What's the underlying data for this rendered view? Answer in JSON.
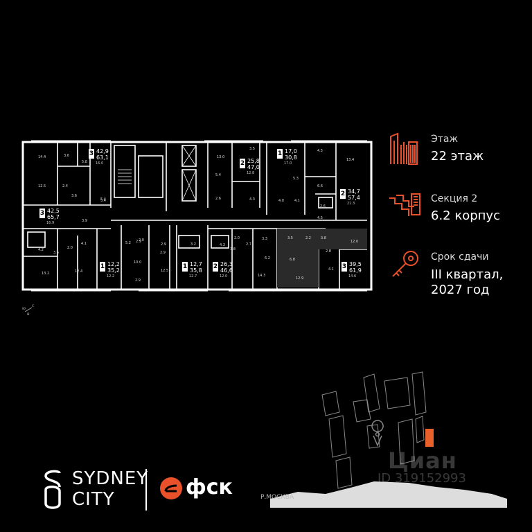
{
  "colors": {
    "accent": "#e8512a",
    "wall": "#ffffff",
    "background": "#000000",
    "highlight_block": "#e8612a"
  },
  "info": {
    "floor_label": "Этаж",
    "floor_value": "22 этаж",
    "section_label": "Секция 2",
    "section_value": "6.2 корпус",
    "deadline_label": "Срок сдачи",
    "deadline_line1": "III квартал,",
    "deadline_line2": "2027 год"
  },
  "icons": {
    "floor": "building-floors-icon",
    "section": "stairs-icon",
    "deadline": "key-icon",
    "location": "map-pin-icon"
  },
  "compass": {
    "n": "с",
    "s": "ю",
    "w": "з",
    "e": "в"
  },
  "apartments": [
    {
      "rooms": "3",
      "area": "42,9",
      "area2": "63,1",
      "kitchen": "16.0"
    },
    {
      "rooms": "2",
      "area": "25,8",
      "area2": "47,0",
      "kitchen": "12.8"
    },
    {
      "rooms": "1",
      "area": "17,0",
      "area2": "30,8",
      "kitchen": "17.0"
    },
    {
      "rooms": "2",
      "area": "34,7",
      "area2": "57,4",
      "kitchen": "21.3"
    },
    {
      "rooms": "3",
      "area": "42,5",
      "area2": "65,7",
      "kitchen": "16.9"
    },
    {
      "rooms": "1",
      "area": "12,2",
      "area2": "35,2",
      "kitchen": "12.2"
    },
    {
      "rooms": "1",
      "area": "12,7",
      "area2": "35,8",
      "kitchen": "12.7"
    },
    {
      "rooms": "2",
      "area": "26,3",
      "area2": "46,6",
      "kitchen": "12.0"
    },
    {
      "rooms": "3",
      "area": "39,5",
      "area2": "61,9",
      "kitchen": "14.6"
    }
  ],
  "room_areas": [
    "14.4",
    "3.6",
    "5.8",
    "12.5",
    "2.4",
    "3.6",
    "5.4",
    "13.0",
    "5.4",
    "2.6",
    "3.5",
    "4.3",
    "4.5",
    "13.4",
    "5.3",
    "4.0",
    "4.1",
    "6.6",
    "4.5",
    "2.6",
    "3.9",
    "5.4",
    "4.2",
    "2.0",
    "4.1",
    "3.6",
    "13.2",
    "12.4",
    "5.2",
    "2.9",
    "2.0",
    "10.0",
    "2.9",
    "2.9",
    "12.5",
    "3.2",
    "4.3",
    "2.0",
    "3.8",
    "2.7",
    "6.2",
    "14.3",
    "3.3",
    "3.5",
    "2.2",
    "3.8",
    "6.8",
    "12.9",
    "2.8",
    "12.0",
    "4.1",
    "2.9"
  ],
  "brand": {
    "sydney": "SYDNEY",
    "city": "CITY",
    "fsk": "фск"
  },
  "watermark": {
    "logo": "Циан",
    "id": "ID 319152993"
  },
  "map": {
    "river": "Р.МОСКВА"
  }
}
